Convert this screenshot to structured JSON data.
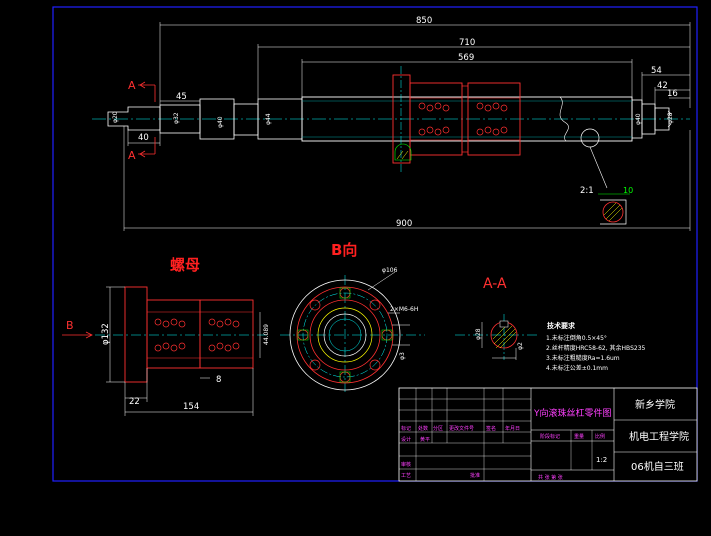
{
  "colors": {
    "background": "#000000",
    "frame": "#2020ff",
    "outline": "#ffffff",
    "part": "#ff3030",
    "center": "#00ffff",
    "accent_green": "#00ff00",
    "accent_magenta": "#ff40ff",
    "accent_yellow": "#ffff00",
    "title_red": "#ff2020",
    "teal": "#00a0a0"
  },
  "screw": {
    "dims": {
      "d850": "850",
      "d710": "710",
      "d569": "569",
      "d54": "54",
      "d42": "42",
      "d16": "16",
      "d45": "45",
      "d40": "40",
      "d900": "900"
    },
    "section_left_top": "A",
    "section_left_bottom": "A",
    "detail_scale": "2:1",
    "detail_value": "10"
  },
  "nut": {
    "title": "螺母",
    "arrow_label": "B",
    "dia": "φ132",
    "d154": "154",
    "d22": "22",
    "d8": "8"
  },
  "b_view": {
    "title": "B向",
    "dia": "φ106"
  },
  "aa_view": {
    "title": "A-A"
  },
  "tech_req": {
    "heading": "技术要求",
    "items": [
      "1.未标注倒角0.5×45°",
      "2.丝杆精度HRC58-62, 其余HBS235",
      "3.未标注粗糙度Ra=1.6um",
      "4.未标注公差±0.1mm"
    ]
  },
  "title_block": {
    "drawing_name": "Y向滚珠丝杠零件图",
    "school": "新乡学院",
    "college": "机电工程学院",
    "class": "06机自三班",
    "scale": "1:2",
    "row_labels": [
      "标记",
      "处数",
      "分区",
      "更改文件号",
      "签名",
      "年月日"
    ],
    "design_label": "设计",
    "design_name": "黄平",
    "check_label": "审核",
    "craft_label": "工艺",
    "approve_label": "批准",
    "stage_label": "阶段标记",
    "weight_label": "重量",
    "ratio_label": "比例",
    "sheet_text": "共   张  第   张"
  }
}
